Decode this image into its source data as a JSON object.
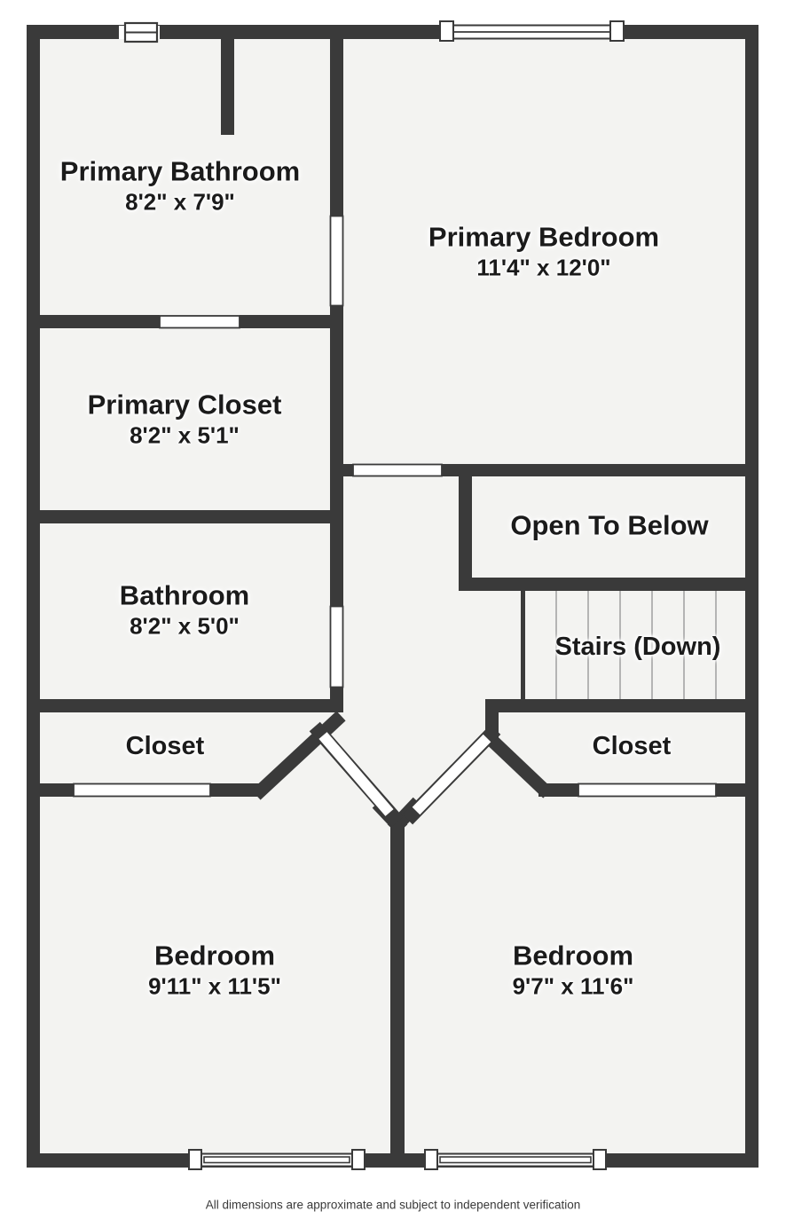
{
  "plan": {
    "rooms": [
      {
        "name": "Primary Bathroom",
        "dims": "8'2\" x 7'9\""
      },
      {
        "name": "Primary Bedroom",
        "dims": "11'4\" x 12'0\""
      },
      {
        "name": "Primary Closet",
        "dims": "8'2\" x 5'1\""
      },
      {
        "name": "Bathroom",
        "dims": "8'2\" x 5'0\""
      },
      {
        "name": "Open To Below",
        "dims": ""
      },
      {
        "name": "Stairs (Down)",
        "dims": ""
      },
      {
        "name": "Closet",
        "dims": ""
      },
      {
        "name": "Closet",
        "dims": ""
      },
      {
        "name": "Bedroom",
        "dims": "9'11\" x 11'5\""
      },
      {
        "name": "Bedroom",
        "dims": "9'7\" x 11'6\""
      }
    ],
    "disclaimer": "All dimensions are approximate and subject to independent verification",
    "colors": {
      "wall": "#3a3a3a",
      "floor": "#f3f3f1",
      "background": "#ffffff",
      "tread": "#b4b4b4",
      "text": "#1b1b1b"
    }
  }
}
